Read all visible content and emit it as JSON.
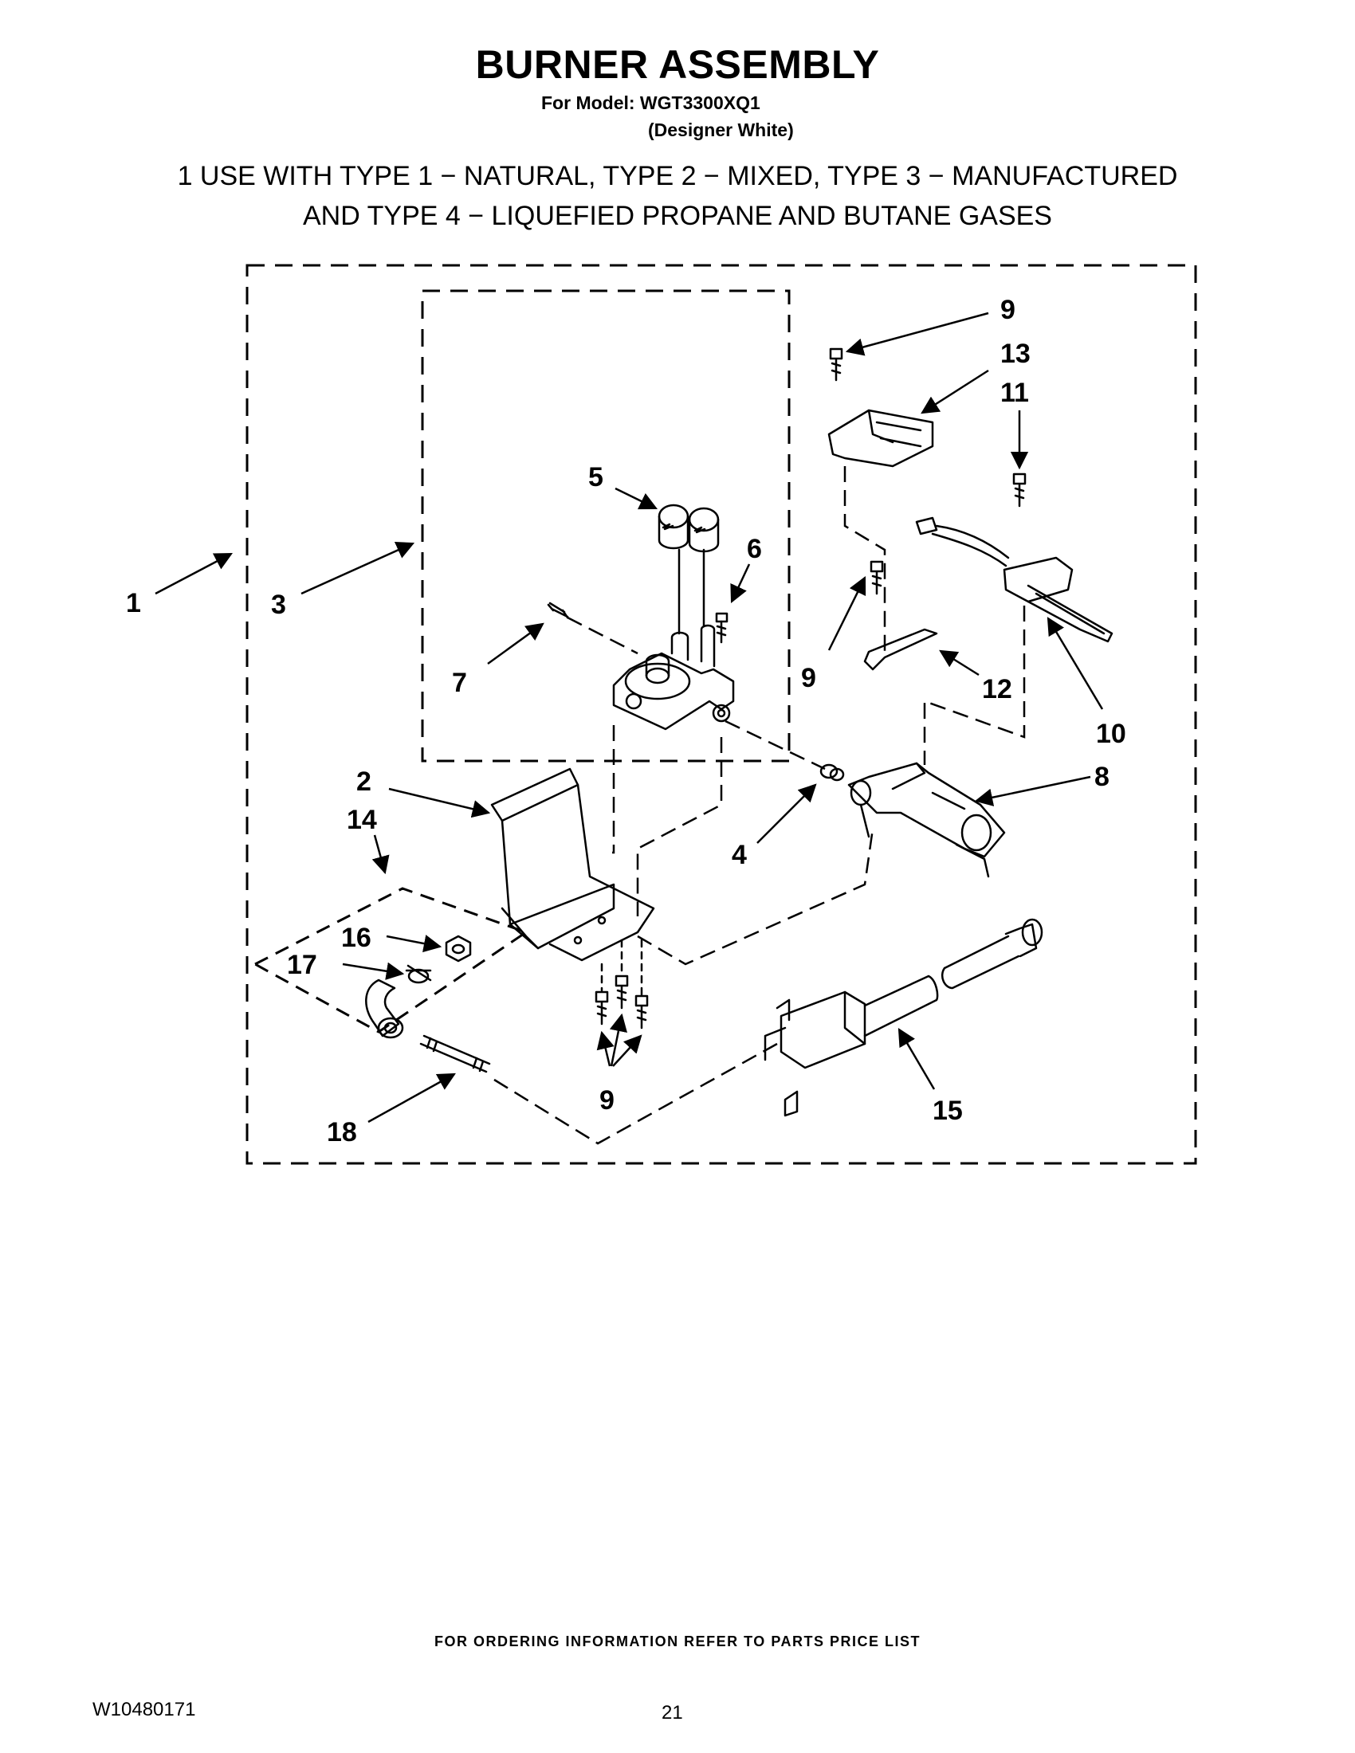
{
  "header": {
    "title": "BURNER ASSEMBLY",
    "model_line": "For Model: WGT3300XQ1",
    "variant": "(Designer White)",
    "gas_note_line1": "1 USE WITH TYPE 1 − NATURAL, TYPE 2 − MIXED, TYPE 3 − MANUFACTURED",
    "gas_note_line2": "AND TYPE 4 − LIQUEFIED PROPANE AND BUTANE GASES"
  },
  "diagram": {
    "callouts": {
      "c1": "1",
      "c2": "2",
      "c3": "3",
      "c4": "4",
      "c5": "5",
      "c6": "6",
      "c7": "7",
      "c8": "8",
      "c9a": "9",
      "c9b": "9",
      "c9c": "9",
      "c10": "10",
      "c11": "11",
      "c12": "12",
      "c13": "13",
      "c14": "14",
      "c15": "15",
      "c16": "16",
      "c17": "17",
      "c18": "18"
    }
  },
  "footer": {
    "ordering_note": "FOR ORDERING INFORMATION REFER TO PARTS PRICE LIST",
    "doc_number": "W10480171",
    "page_number": "21"
  }
}
